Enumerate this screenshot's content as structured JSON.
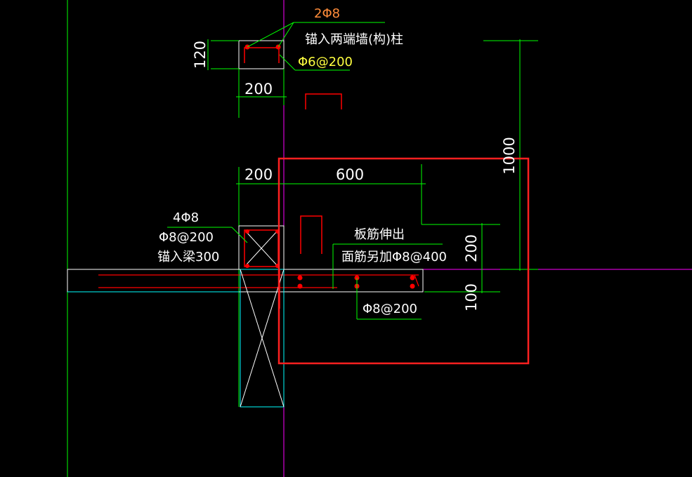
{
  "annotations": {
    "top_bars": "2Φ8",
    "anchor_wall": "锚入两端墙(构)柱",
    "stirrup_top": "Φ6@200",
    "beam_bars": "4Φ8",
    "beam_stirrup": "Φ8@200",
    "anchor_beam": "锚入梁300",
    "slab_ext": "板筋伸出",
    "top_add": "面筋另加Φ8@400",
    "slab_dist": "Φ8@200"
  },
  "dimensions": {
    "d120": "120",
    "d200_top": "200",
    "d200_mid": "200",
    "d600": "600",
    "d1000": "1000",
    "d200_right": "200",
    "d100": "100"
  },
  "colors": {
    "background": "#000000",
    "dimension_line": "#00ff00",
    "outline": "#ffffff",
    "rebar": "#ff0000",
    "column": "#00ffff",
    "axis": "#ff00ff",
    "highlight_box": "#ff2020"
  }
}
